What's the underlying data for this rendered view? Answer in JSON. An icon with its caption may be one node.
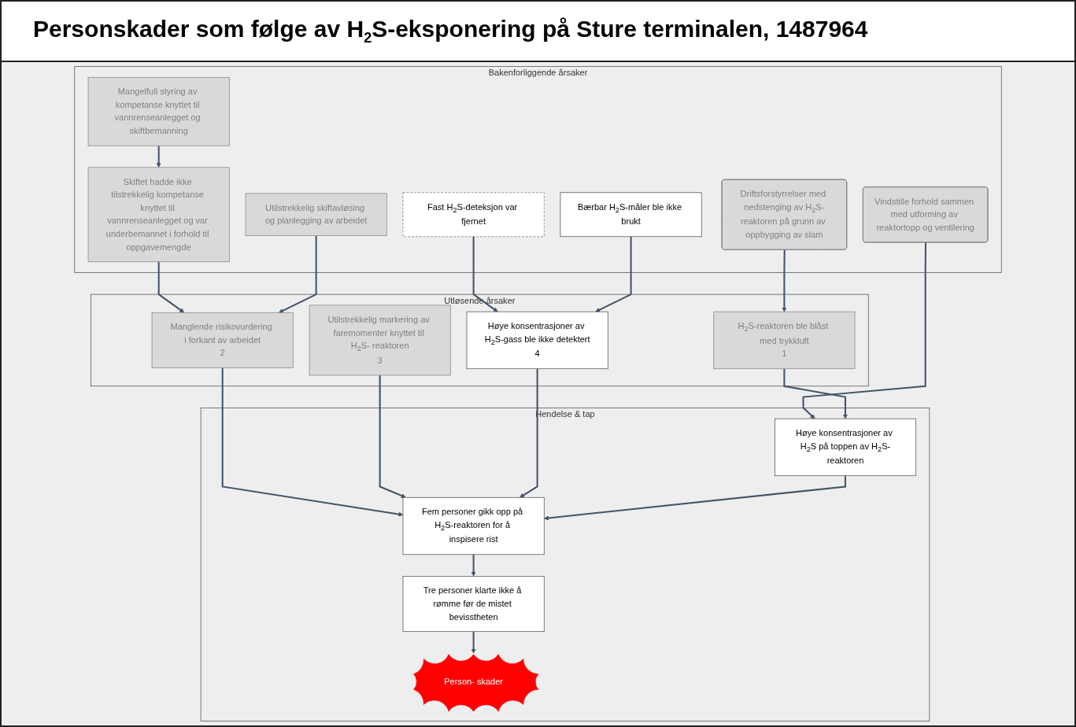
{
  "diagram": {
    "title": "Personskader som følge av H$_{2}$S-eksponering på Sture terminalen, 1487964",
    "nodes": [
      {
        "text": [
          "Bakenforliggende årsaker"
        ]
      },
      {
        "text": [
          "Mangelfull styring av kompetanse knyttet til vannrenseanlegget og skiftbemanning"
        ],
        "in": 0
      },
      {
        "text": [
          "Vindstille forhold sammen med utforming av reaktortopp og ventilering"
        ],
        "in": 0
      },
      {
        "text": [
          "Skiftet hadde ikke tilstrekkelig kompetanse knyttet til vannrenseanlegget og var underbemannet i forhold til oppgavemengde"
        ],
        "in": 0
      },
      {
        "text": [
          "Driftsforstyrrelser med nedstenging av H$_{2}$S-reaktoren på grunn av oppbygging av slam"
        ],
        "in": 0
      },
      {
        "text": [
          "Utilstrekkelig skiftavløsing og planlegging av arbeidet"
        ],
        "in": 0
      },
      {
        "text": [
          "Fast H$_{2}$S-deteksjon var fjernet"
        ],
        "in": 0
      },
      {
        "text": [
          "Bærbar H$_{2}$S-måler ble ikke brukt"
        ],
        "in": 0
      },
      {
        "text": [
          "Utløsende årsaker"
        ]
      },
      {
        "text": [
          "H$_{2}$S-reaktoren ble blåst med trykkluft",
          "1"
        ],
        "in": 8
      },
      {
        "text": [
          "Manglende risikovurdering i forkant av arbeidet",
          "2"
        ],
        "in": 8
      },
      {
        "text": [
          "Utilstrekkelig markering av faremomenter knyttet til H$_{2}$S- reaktoren",
          "3"
        ],
        "in": 8
      },
      {
        "text": [
          "Høye konsentrasjoner av H$_{2}$S-gass ble ikke detektert",
          "4"
        ],
        "in": 8
      },
      {
        "text": [
          "Hendelse & tap"
        ]
      },
      {
        "text": [
          "Høye konsentrasjoner av H$_{2}$S på toppen av H$_{2}$S-reaktoren"
        ],
        "in": 13
      },
      {
        "text": [
          "Fem personer gikk opp på H$_{2}$S-reaktoren for å inspisere rist"
        ],
        "in": 13
      },
      {
        "text": [
          "Tre personer klarte ikke å rømme før de mistet bevisstheten"
        ],
        "in": 13
      },
      {
        "text": [
          "Person- skader"
        ],
        "in": 13
      }
    ],
    "edges": [
      {
        "from": 1,
        "to": 3,
        "arrow": "to"
      },
      {
        "from": 2,
        "to": 14,
        "arrow": "to"
      },
      {
        "from": 3,
        "to": 10,
        "arrow": "to"
      },
      {
        "from": 4,
        "to": 9,
        "arrow": "to"
      },
      {
        "from": 5,
        "to": 10,
        "arrow": "to"
      },
      {
        "from": 6,
        "to": 12,
        "arrow": "to"
      },
      {
        "from": 7,
        "to": 12,
        "arrow": "to"
      },
      {
        "from": 9,
        "to": 14,
        "arrow": "to"
      },
      {
        "from": 10,
        "to": 15,
        "arrow": "to"
      },
      {
        "from": 11,
        "to": 15,
        "arrow": "to"
      },
      {
        "from": 12,
        "to": 15,
        "arrow": "to"
      },
      {
        "from": 14,
        "to": 15,
        "arrow": "to"
      },
      {
        "from": 15,
        "to": 16,
        "arrow": "to"
      },
      {
        "from": 16,
        "to": 17,
        "arrow": "to"
      }
    ]
  }
}
